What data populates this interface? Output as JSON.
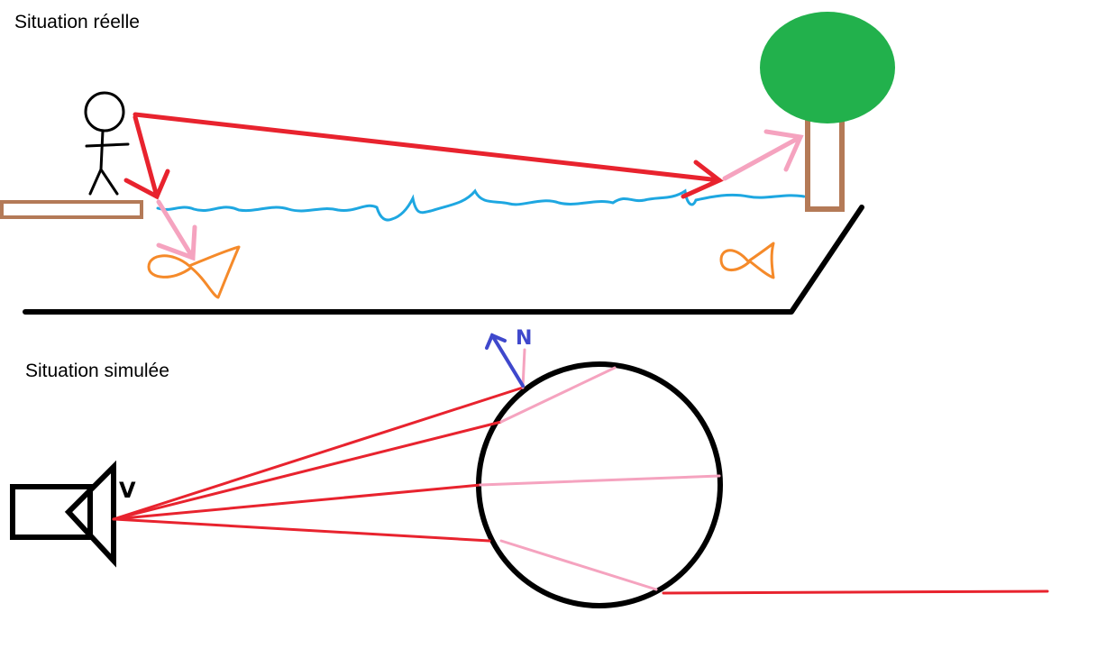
{
  "scenes": {
    "real": {
      "caption": "Situation réelle"
    },
    "simulated": {
      "caption": "Situation simulée",
      "normal_label": "N",
      "viewer_label": "V"
    }
  },
  "colors": {
    "ray": "#e8232e",
    "refracted_ray": "#f5a3bf",
    "water": "#1ea7e1",
    "fish": "#f58a2a",
    "tree_foliage": "#22b14c",
    "wood": "#b47a57",
    "normal": "#3f48cc",
    "outline": "#000000"
  }
}
